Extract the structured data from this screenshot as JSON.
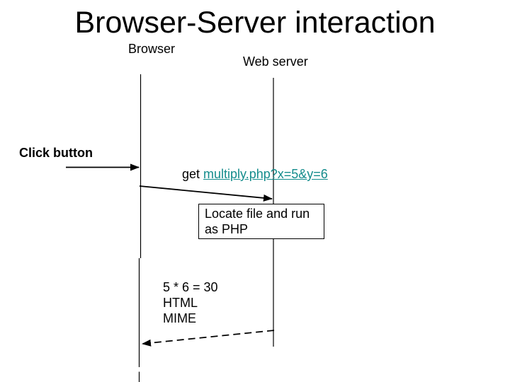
{
  "slide": {
    "title": "Browser-Server interaction",
    "actors": {
      "browser": "Browser",
      "server": "Web server"
    },
    "events": {
      "click_label": "Click button",
      "request_prefix": "get ",
      "request_url": "multiply.php?x=5&y=6",
      "process_line1": "Locate file and run",
      "process_line2": "as PHP",
      "response_line1": "5 * 6 = 30",
      "response_line2": "HTML",
      "response_line3": "MIME"
    },
    "colors": {
      "link": "#148C8C",
      "ink": "#000000",
      "background": "#FFFFFF"
    }
  }
}
